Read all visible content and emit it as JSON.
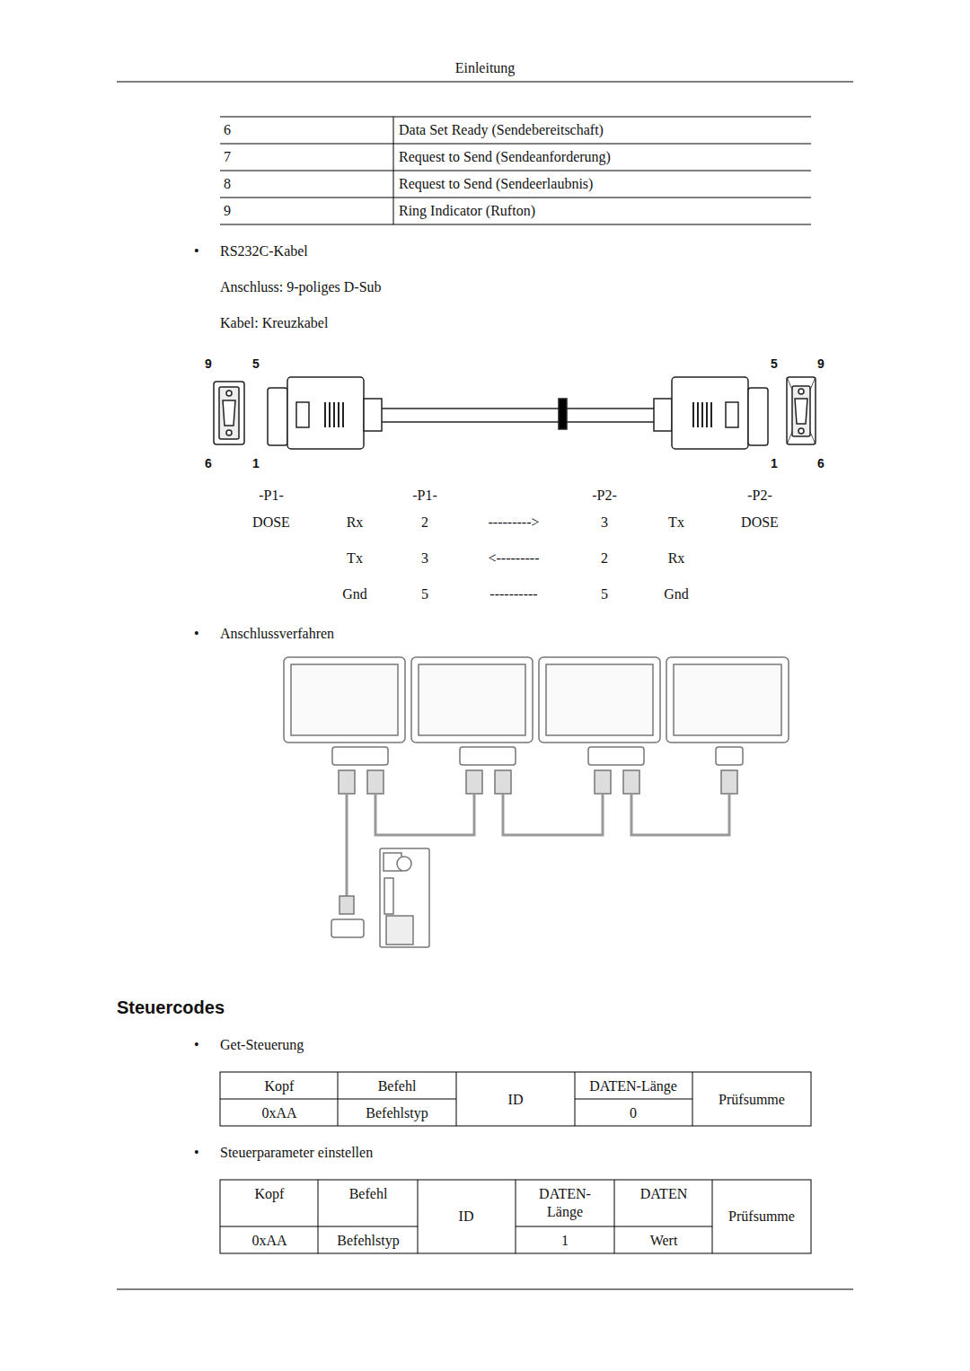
{
  "diagram": {
    "title": "Steuercodes",
    "labels": [
      "Einleitung",
      "6",
      "Data Set Ready (Sendebereitschaft)",
      "7",
      "Request to Send (Sendeanforderung)",
      "8",
      "Request to Send (Sendeerlaubnis)",
      "9",
      "Ring Indicator (Rufton)",
      "•",
      "RS232C-Kabel",
      "Anschluss: 9-poliges D-Sub",
      "Kabel: Kreuzkabel",
      "9",
      "5",
      "6",
      "1",
      "5",
      "9",
      "1",
      "6",
      "-P1-",
      "-P1-",
      "-P2-",
      "-P2-",
      "DOSE",
      "Rx",
      "2",
      "--------->",
      "3",
      "Tx",
      "DOSE",
      "Tx",
      "3",
      "<---------",
      "2",
      "Rx",
      "Gnd",
      "5",
      "----------",
      "5",
      "Gnd",
      "•",
      "Anschlussverfahren",
      "•",
      "Get-Steuerung",
      "Kopf",
      "Befehl",
      "ID",
      "DATEN-Länge",
      "Prüfsumme",
      "0xAA",
      "Befehlstyp",
      "0",
      "•",
      "Steuerparameter einstellen",
      "Kopf",
      "Befehl",
      "ID",
      "DATEN- Länge",
      "DATEN",
      "Prüfsumme",
      "0xAA",
      "Befehlstyp",
      "1",
      "Wert"
    ]
  }
}
